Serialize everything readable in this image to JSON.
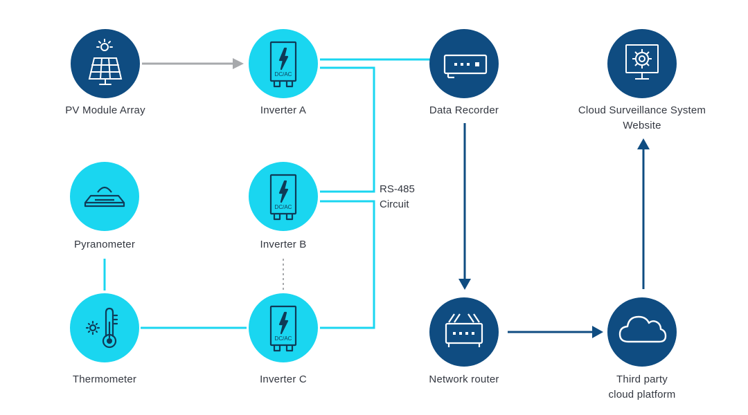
{
  "colors": {
    "dark_blue": "#0f4c81",
    "cyan": "#1ad6f0",
    "gray_arrow": "#a7a9ac",
    "text": "#333740"
  },
  "nodes": {
    "pv_array": {
      "label": "PV Module Array",
      "icon": "solar-panel-icon"
    },
    "inverter_a": {
      "label": "Inverter A",
      "icon": "inverter-icon",
      "badge": "DC/AC"
    },
    "data_recorder": {
      "label": "Data Recorder",
      "icon": "data-recorder-icon"
    },
    "cloud_system": {
      "label_line1": "Cloud Surveillance System",
      "label_line2": "Website",
      "icon": "monitor-gear-icon"
    },
    "pyranometer": {
      "label": "Pyranometer",
      "icon": "pyranometer-icon"
    },
    "inverter_b": {
      "label": "Inverter B",
      "icon": "inverter-icon",
      "badge": "DC/AC"
    },
    "thermometer": {
      "label": "Thermometer",
      "icon": "thermometer-icon"
    },
    "inverter_c": {
      "label": "Inverter C",
      "icon": "inverter-icon",
      "badge": "DC/AC"
    },
    "network_router": {
      "label": "Network router",
      "icon": "router-icon"
    },
    "cloud_platform": {
      "label_line1": "Third party",
      "label_line2": "cloud platform",
      "icon": "cloud-icon"
    }
  },
  "bus": {
    "label_line1": "RS-485",
    "label_line2": "Circuit"
  }
}
